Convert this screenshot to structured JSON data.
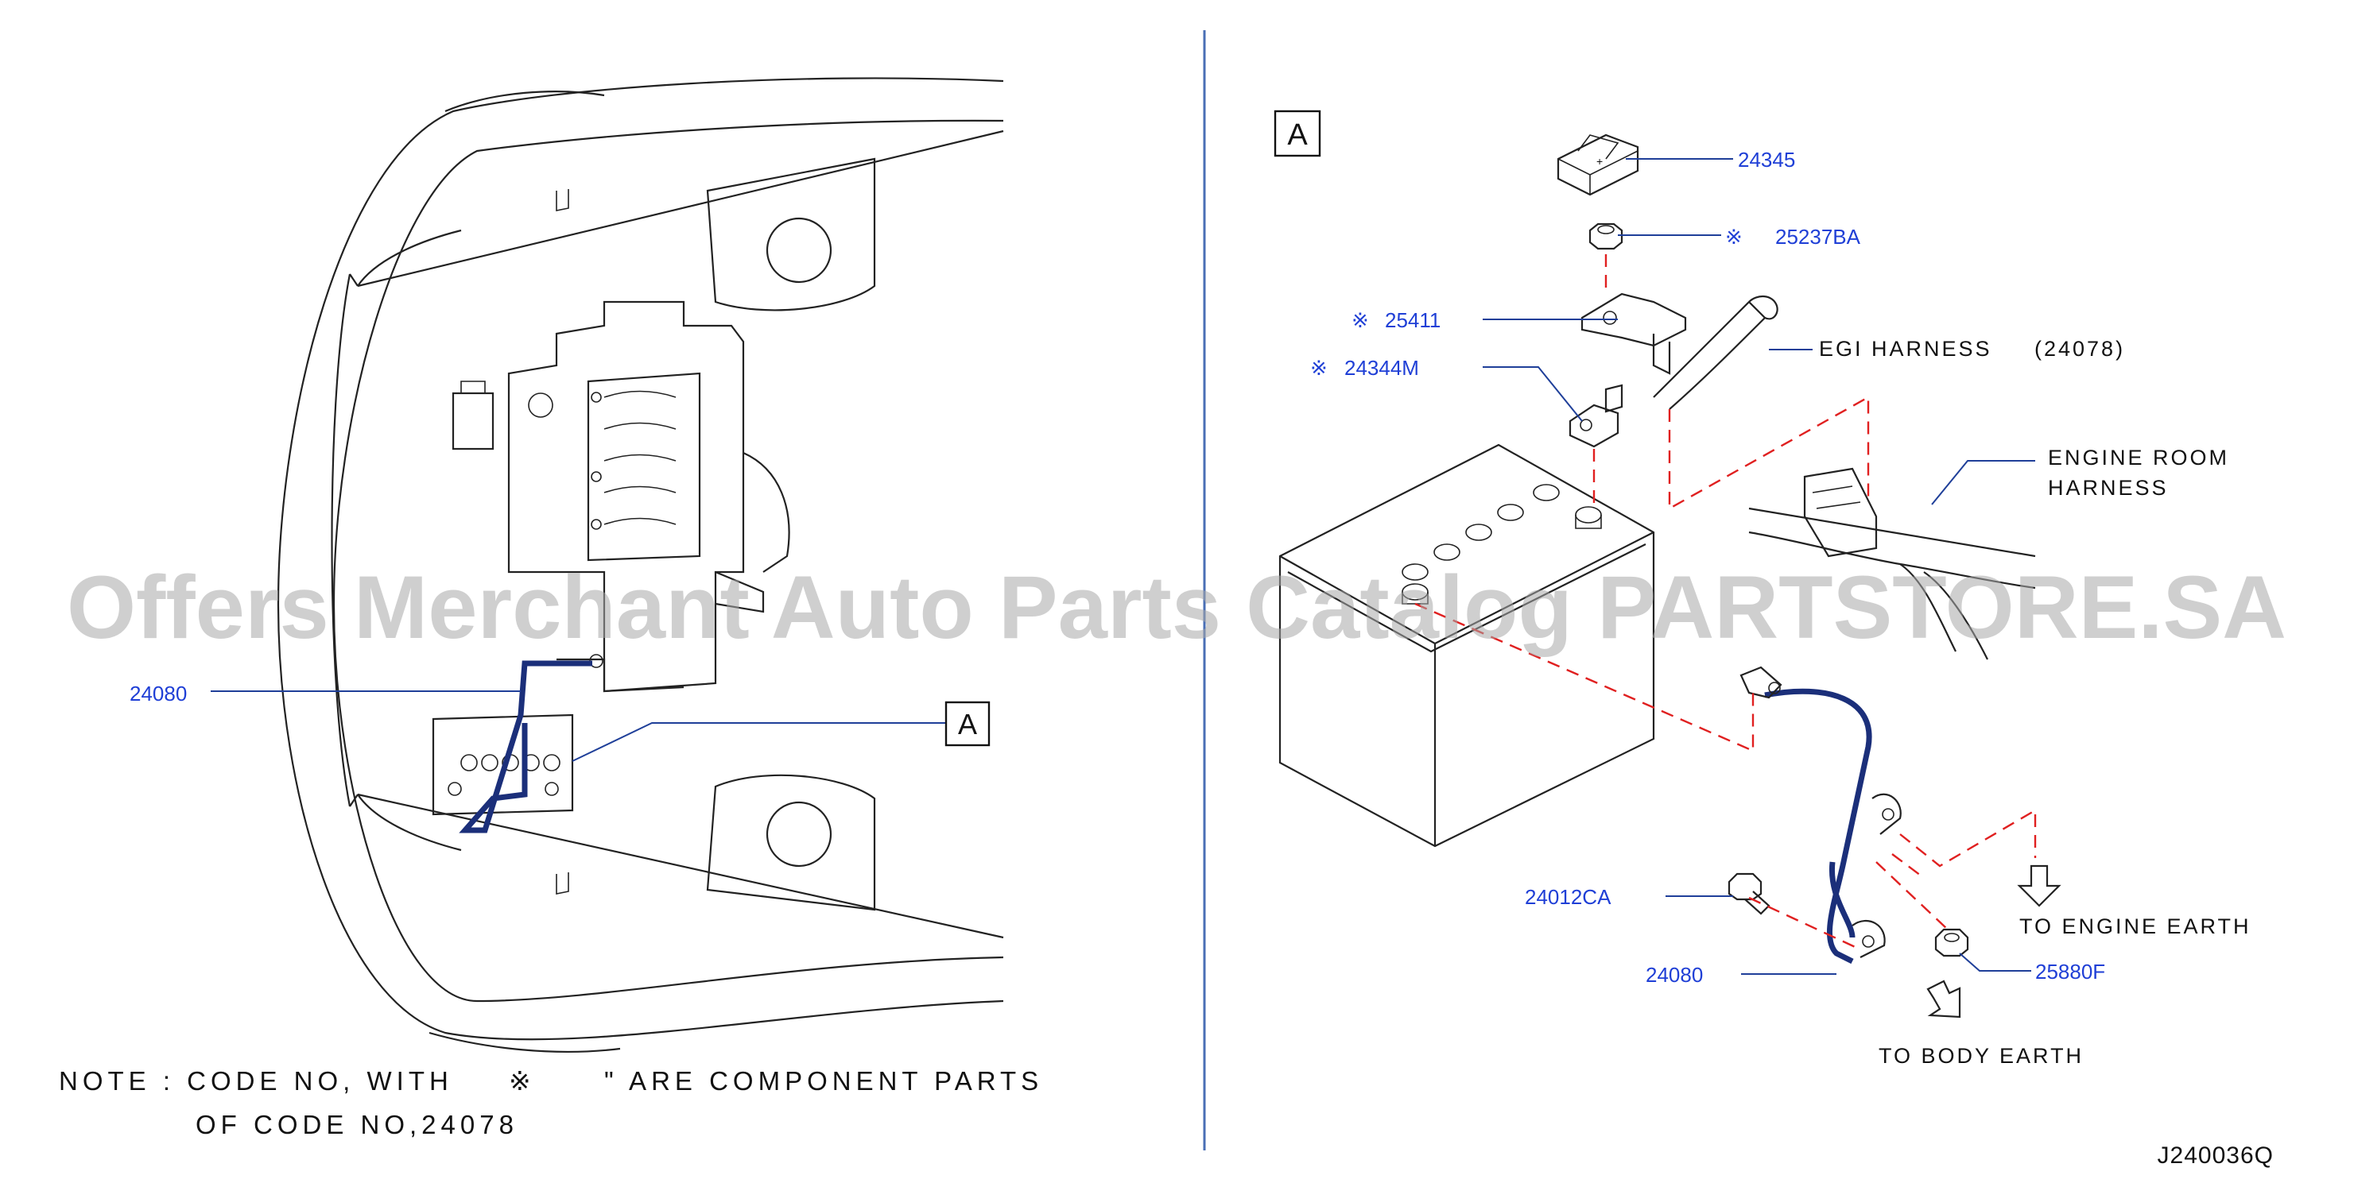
{
  "left_panel": {
    "part_24080": "24080",
    "callout_a": "A"
  },
  "right_panel": {
    "view_label": "A",
    "parts": {
      "p24345": "24345",
      "p25237BA": "25237BA",
      "p25411": "25411",
      "p24344M": "24344M",
      "p24012CA": "24012CA",
      "p24080": "24080",
      "p25880F": "25880F"
    },
    "component_mark": "※",
    "labels": {
      "egi_harness": "EGI  HARNESS",
      "egi_code": "(24078)",
      "engine_room_line1": "ENGINE  ROOM",
      "engine_room_line2": "HARNESS",
      "to_engine_earth": "TO  ENGINE  EARTH",
      "to_body_earth": "TO  BODY  EARTH"
    }
  },
  "note": {
    "line1_prefix": "NOTE  :  CODE  NO,  WITH",
    "mark": "※",
    "line1_suffix": "\"  ARE  COMPONENT  PARTS",
    "line2": "OF  CODE  NO,24078"
  },
  "diagram_code": "J240036Q",
  "watermark": "Offers Merchant Auto Parts Catalog PARTSTORE.SA",
  "colors": {
    "part_number": "#1f3fd6",
    "leader_line": "#1f3f99",
    "cable": "#1b2f7a",
    "dashed_reference": "#e02020",
    "divider": "#4a6fb5"
  }
}
